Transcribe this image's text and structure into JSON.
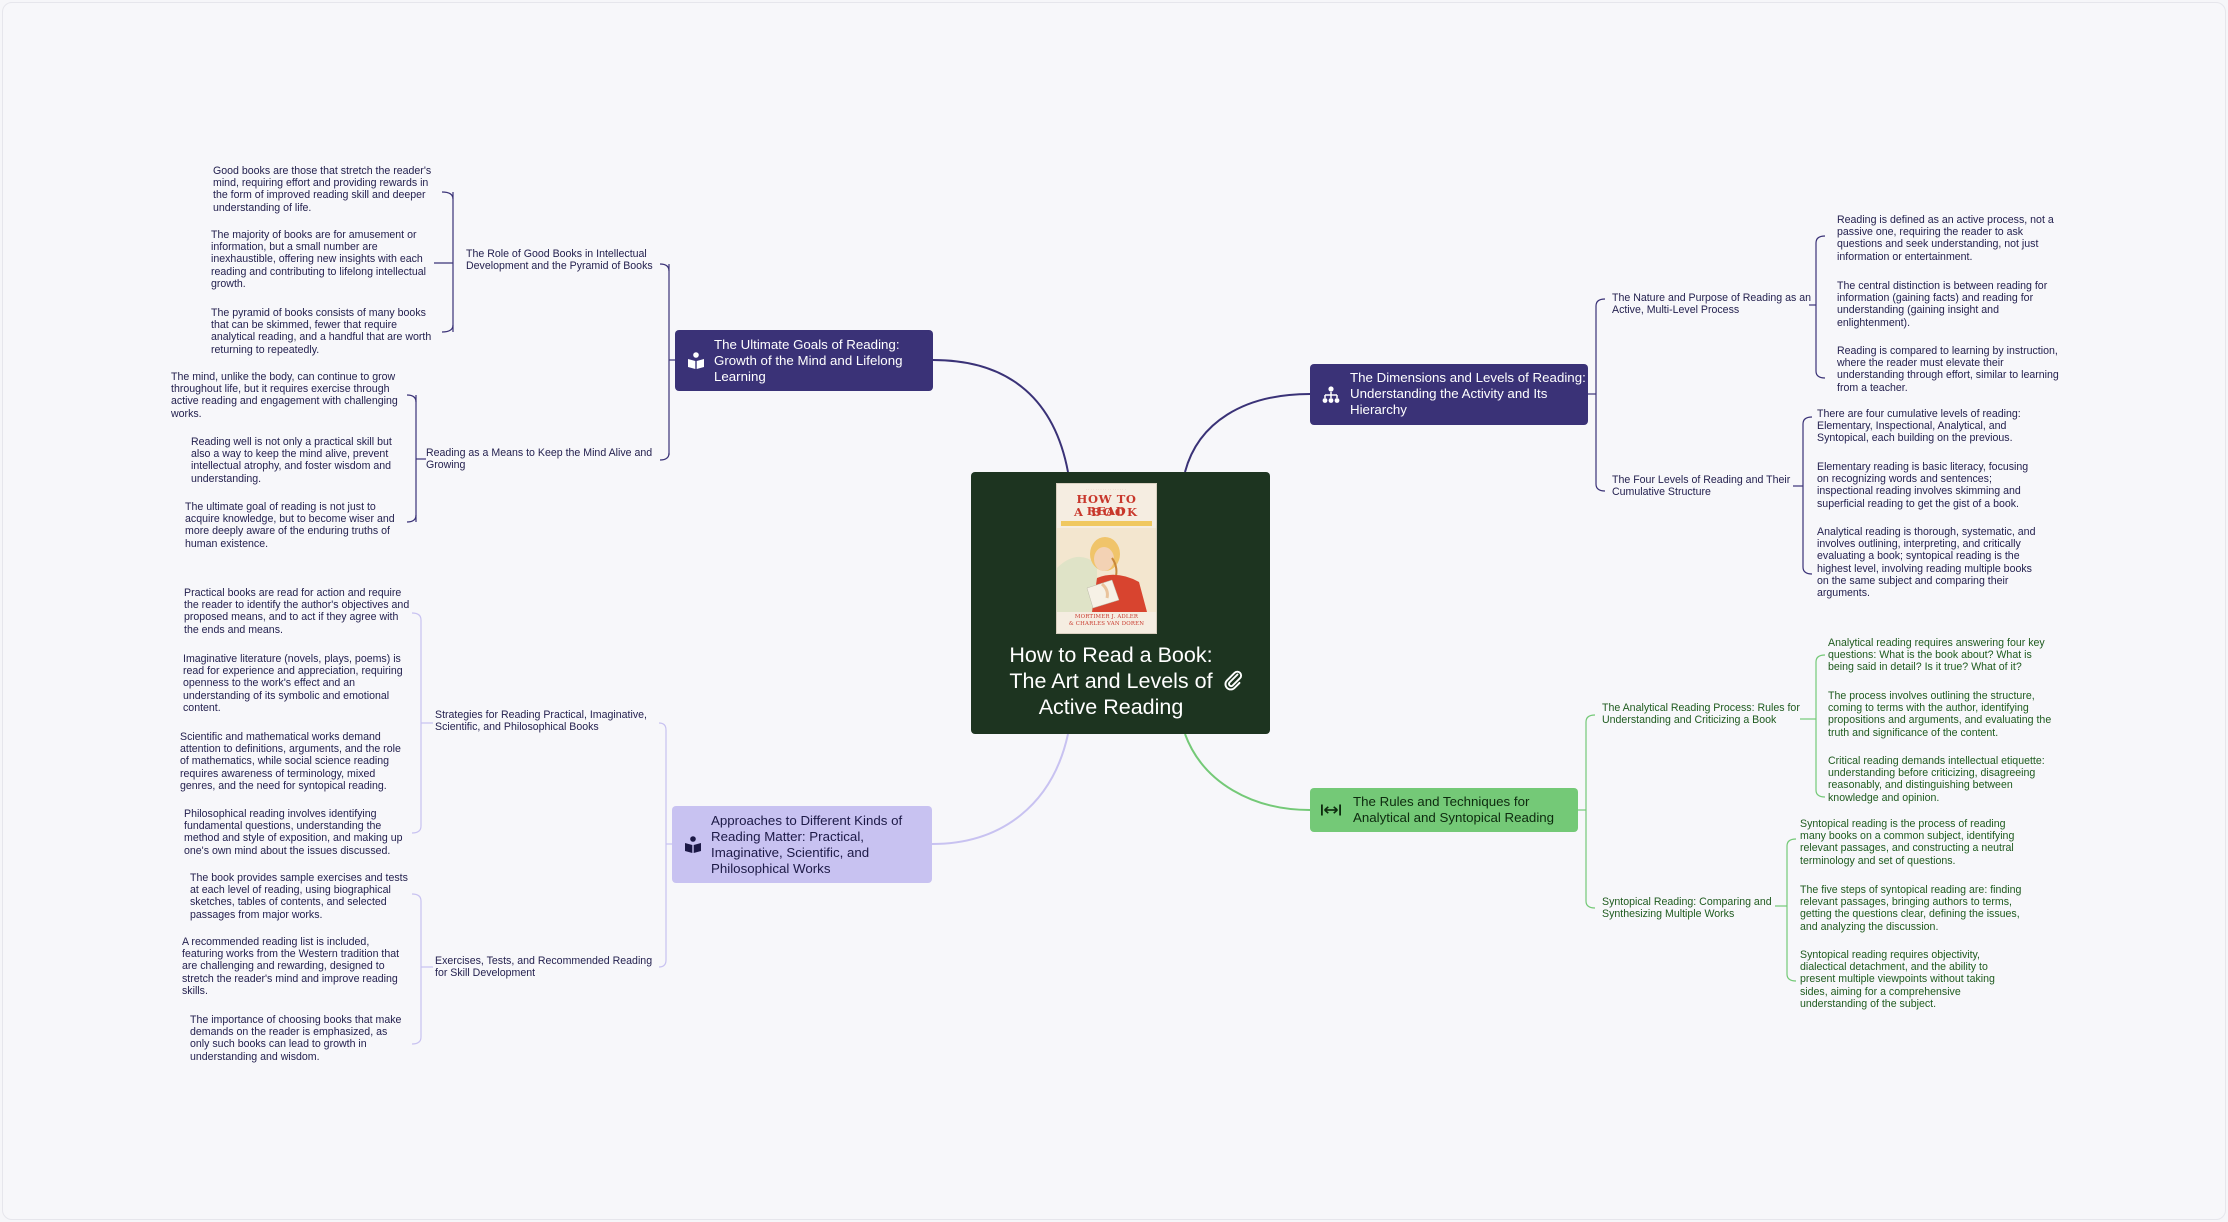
{
  "central": {
    "title_line1": "How to Read a Book:",
    "title_line2": "The Art and Levels of",
    "title_line3": "Active Reading",
    "cover": {
      "title_a": "HOW TO READ",
      "title_b": "A BOOK",
      "author_a": "MORTIMER J. ADLER",
      "author_b": "& CHARLES VAN DOREN"
    },
    "icon": "paperclip-icon"
  },
  "colors": {
    "central": "#1d3420",
    "purple_branch": "#3a3277",
    "light_purple_branch": "#c8c2f1",
    "green_branch": "#74c977"
  },
  "branches": {
    "goals": {
      "label": "The Ultimate Goals of Reading: Growth of the Mind and Lifelong Learning",
      "icon": "book-reader-icon",
      "topics": [
        {
          "label": "The Role of Good Books in Intellectual Development and the Pyramid of Books",
          "leaves": [
            "Good books are those that stretch the reader's mind, requiring effort and providing rewards in the form of improved reading skill and deeper understanding of life.",
            "The majority of books are for amusement or information, but a small number are inexhaustible, offering new insights with each reading and contributing to lifelong intellectual growth.",
            "The pyramid of books consists of many books that can be skimmed, fewer that require analytical reading, and a handful that are worth returning to repeatedly."
          ]
        },
        {
          "label": "Reading as a Means to Keep the Mind Alive and Growing",
          "leaves": [
            "The mind, unlike the body, can continue to grow throughout life, but it requires exercise through active reading and engagement with challenging works.",
            "Reading well is not only a practical skill but also a way to keep the mind alive, prevent intellectual atrophy, and foster wisdom and understanding.",
            "The ultimate goal of reading is not just to acquire knowledge, but to become wiser and more deeply aware of the enduring truths of human existence."
          ]
        }
      ]
    },
    "dimensions": {
      "label": "The Dimensions and Levels of Reading: Understanding the Activity and Its Hierarchy",
      "icon": "hierarchy-icon",
      "topics": [
        {
          "label": "The Nature and Purpose of Reading as an Active, Multi-Level Process",
          "leaves": [
            "Reading is defined as an active process, not a passive one, requiring the reader to ask questions and seek understanding, not just information or entertainment.",
            "The central distinction is between reading for information (gaining facts) and reading for understanding (gaining insight and enlightenment).",
            "Reading is compared to learning by instruction, where the reader must elevate their understanding through effort, similar to learning from a teacher."
          ]
        },
        {
          "label": "The Four Levels of Reading and Their Cumulative Structure",
          "leaves": [
            "There are four cumulative levels of reading: Elementary, Inspectional, Analytical, and Syntopical, each building on the previous.",
            "Elementary reading is basic literacy, focusing on recognizing words and sentences; inspectional reading involves skimming and superficial reading to get the gist of a book.",
            "Analytical reading is thorough, systematic, and involves outlining, interpreting, and critically evaluating a book; syntopical reading is the highest level, involving reading multiple books on the same subject and comparing their arguments."
          ]
        }
      ]
    },
    "rules": {
      "label": "The Rules and Techniques for Analytical and Syntopical Reading",
      "icon": "arrows-expand-icon",
      "topics": [
        {
          "label": "The Analytical Reading Process: Rules for Understanding and Criticizing a Book",
          "leaves": [
            "Analytical reading requires answering four key questions: What is the book about? What is being said in detail? Is it true? What of it?",
            "The process involves outlining the structure, coming to terms with the author, identifying propositions and arguments, and evaluating the truth and significance of the content.",
            "Critical reading demands intellectual etiquette: understanding before criticizing, disagreeing reasonably, and distinguishing between knowledge and opinion."
          ]
        },
        {
          "label": "Syntopical Reading: Comparing and Synthesizing Multiple Works",
          "leaves": [
            "Syntopical reading is the process of reading many books on a common subject, identifying relevant passages, and constructing a neutral terminology and set of questions.",
            "The five steps of syntopical reading are: finding relevant passages, bringing authors to terms, getting the questions clear, defining the issues, and analyzing the discussion.",
            "Syntopical reading requires objectivity, dialectical detachment, and the ability to present multiple viewpoints without taking sides, aiming for a comprehensive understanding of the subject."
          ]
        }
      ]
    },
    "approaches": {
      "label": "Approaches to Different Kinds of Reading Matter: Practical, Imaginative, Scientific, and Philosophical Works",
      "icon": "book-reader-icon",
      "topics": [
        {
          "label": "Strategies for Reading Practical, Imaginative, Scientific, and Philosophical Books",
          "leaves": [
            "Practical books are read for action and require the reader to identify the author's objectives and proposed means, and to act if they agree with the ends and means.",
            "Imaginative literature (novels, plays, poems) is read for experience and appreciation, requiring openness to the work's effect and an understanding of its symbolic and emotional content.",
            "Scientific and mathematical works demand attention to definitions, arguments, and the role of mathematics, while social science reading requires awareness of terminology, mixed genres, and the need for syntopical reading.",
            "Philosophical reading involves identifying fundamental questions, understanding the method and style of exposition, and making up one's own mind about the issues discussed."
          ]
        },
        {
          "label": "Exercises, Tests, and Recommended Reading for Skill Development",
          "leaves": [
            "The book provides sample exercises and tests at each level of reading, using biographical sketches, tables of contents, and selected passages from major works.",
            "A recommended reading list is included, featuring works from the Western tradition that are challenging and rewarding, designed to stretch the reader's mind and improve reading skills.",
            "The importance of choosing books that make demands on the reader is emphasized, as only such books can lead to growth in understanding and wisdom."
          ]
        }
      ]
    }
  }
}
